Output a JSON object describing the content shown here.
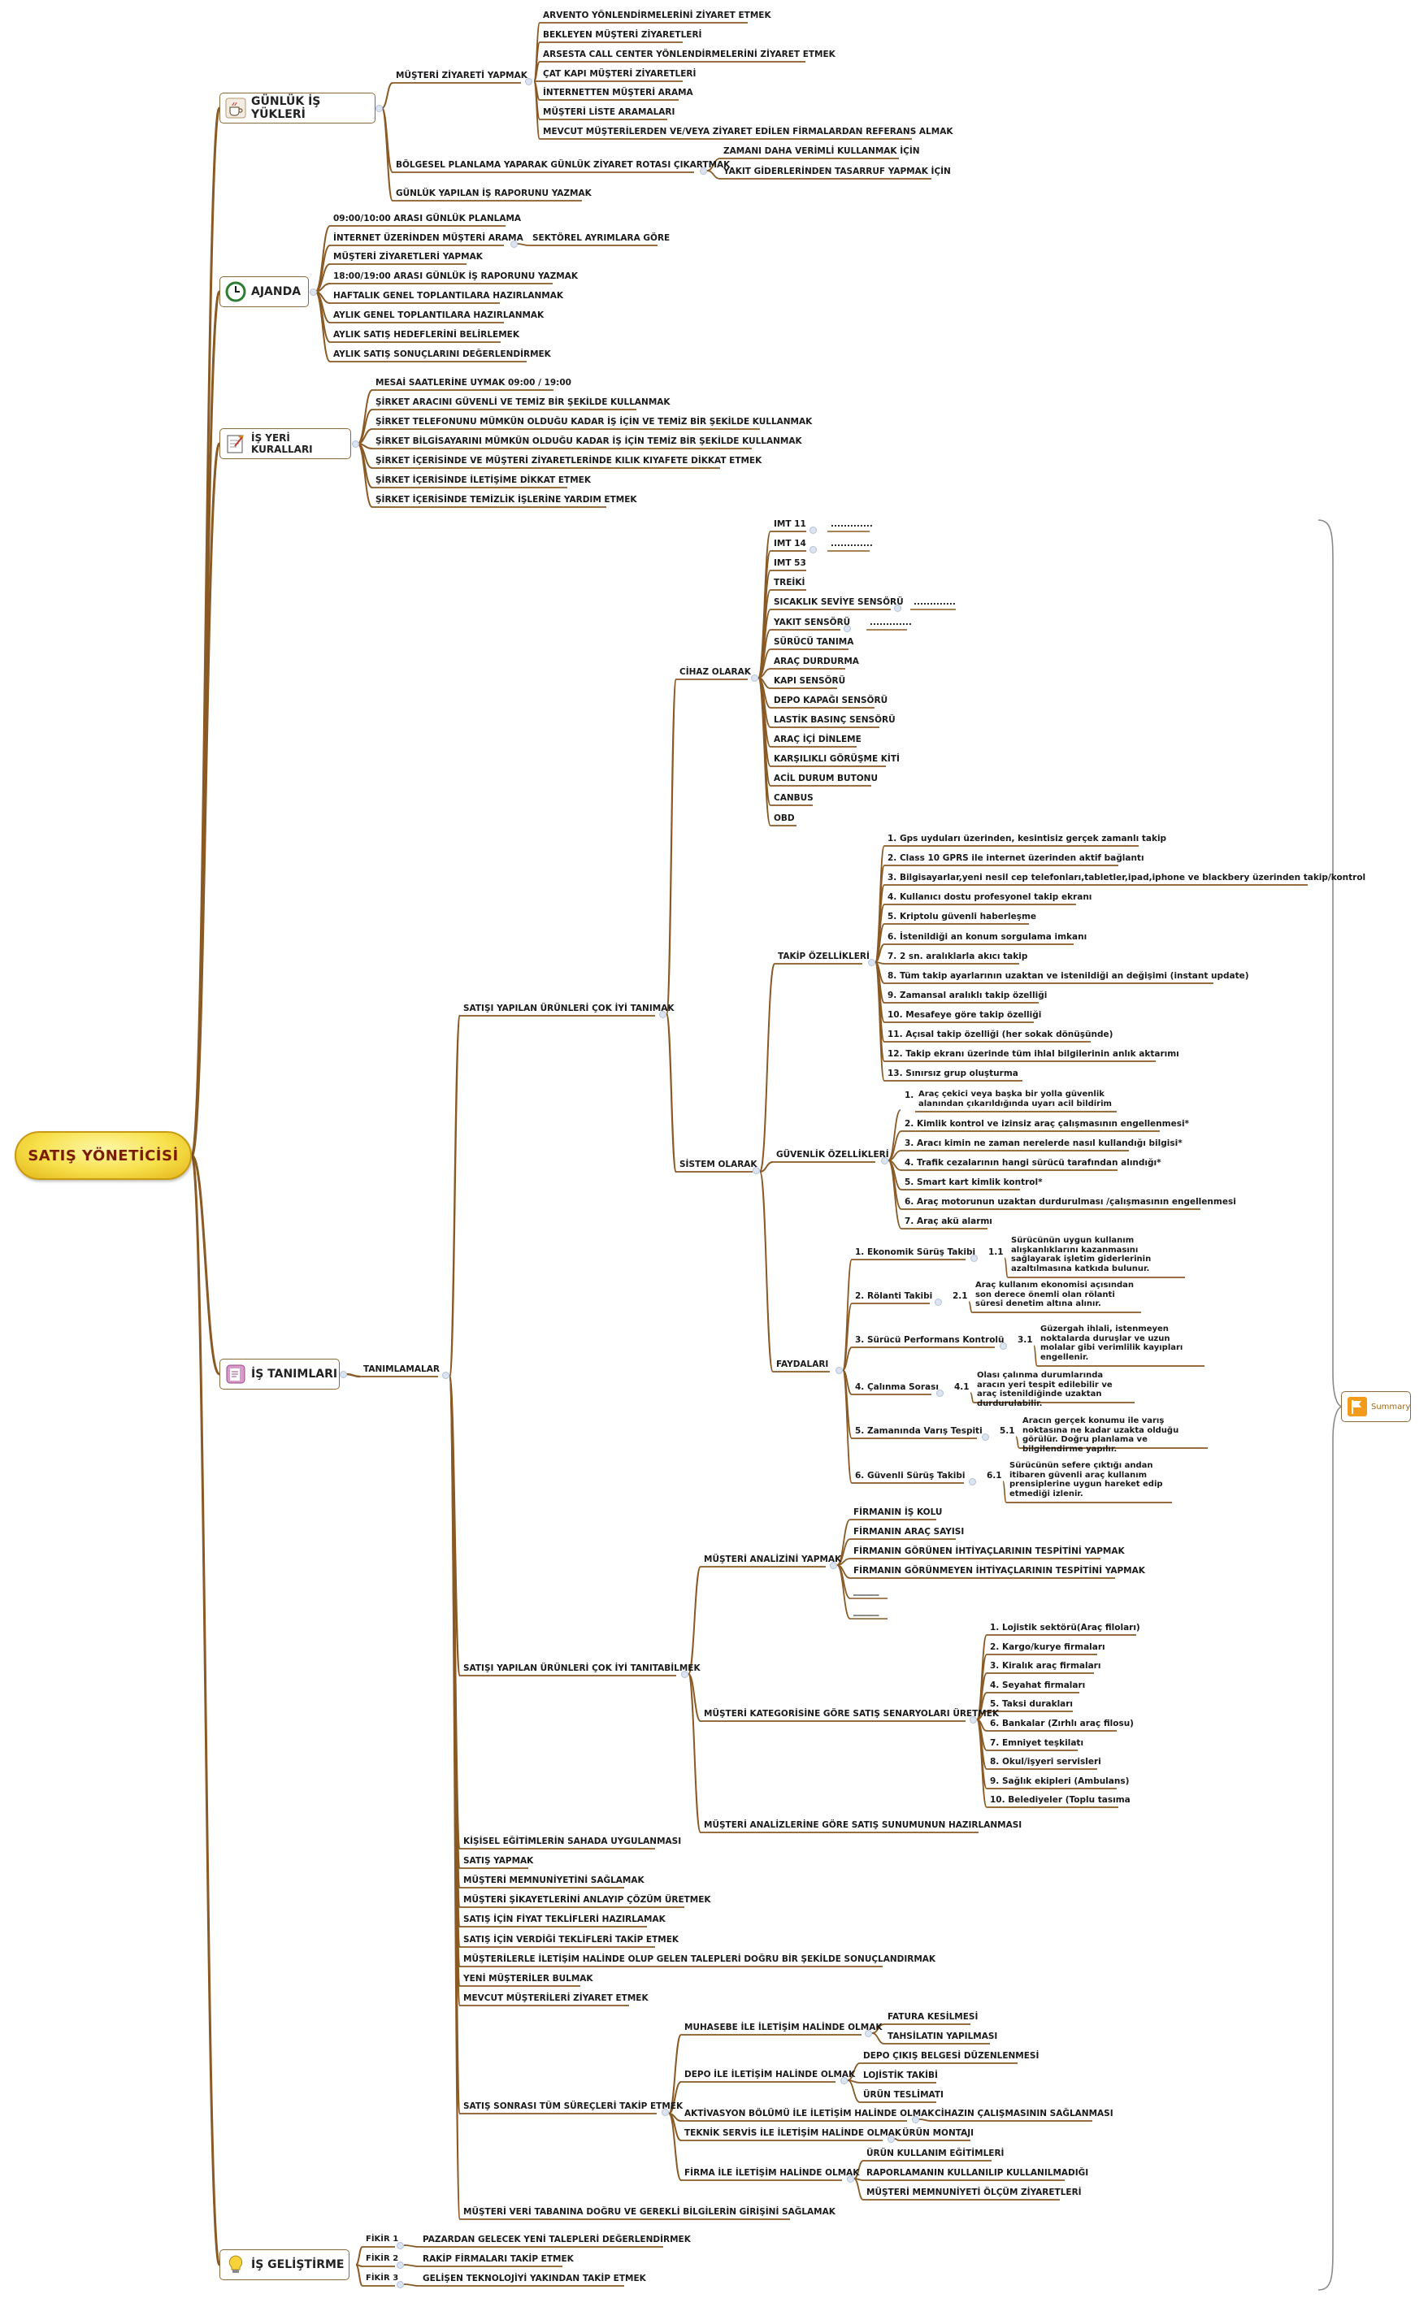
{
  "root": "SATIŞ YÖNETİCİSİ",
  "main": {
    "gunluk": "GÜNLÜK İŞ YÜKLERİ",
    "ajanda": "AJANDA",
    "kurallar": "İŞ YERİ KURALLARI",
    "tanimlar": "İŞ TANIMLARI",
    "gelistirme": "İŞ GELİŞTİRME"
  },
  "summary": "Summary",
  "gunluk": {
    "ziyaret": "MÜŞTERİ ZİYARETİ YAPMAK",
    "ziyaret_items": [
      "ARVENTO YÖNLENDİRMELERİNİ ZİYARET ETMEK",
      "BEKLEYEN MÜŞTERİ ZİYARETLERİ",
      "ARSESTA CALL CENTER YÖNLENDİRMELERİNİ ZİYARET ETMEK",
      "ÇAT KAPI MÜŞTERİ ZİYARETLERİ",
      "İNTERNETTEN MÜŞTERİ ARAMA",
      "MÜŞTERİ LİSTE ARAMALARI",
      "MEVCUT MÜŞTERİLERDEN VE/VEYA ZİYARET EDİLEN FİRMALARDAN REFERANS ALMAK"
    ],
    "bolgesel": "BÖLGESEL PLANLAMA YAPARAK GÜNLÜK ZİYARET ROTASI ÇIKARTMAK",
    "bolgesel_items": [
      "ZAMANI DAHA VERİMLİ KULLANMAK İÇİN",
      "YAKIT GİDERLERİNDEN TASARRUF YAPMAK İÇİN"
    ],
    "rapor": "GÜNLÜK YAPILAN İŞ RAPORUNU YAZMAK"
  },
  "ajanda": {
    "items": [
      "09:00/10:00 ARASI GÜNLÜK PLANLAMA",
      "İNTERNET ÜZERİNDEN MÜŞTERİ ARAMA",
      "MÜŞTERİ ZİYARETLERİ YAPMAK",
      "18:00/19:00 ARASI GÜNLÜK İŞ RAPORUNU YAZMAK",
      "HAFTALIK GENEL TOPLANTILARA HAZIRLANMAK",
      "AYLIK GENEL TOPLANTILARA HAZIRLANMAK",
      "AYLIK SATIŞ HEDEFLERİNİ BELİRLEMEK",
      "AYLIK SATIŞ SONUÇLARINI DEĞERLENDİRMEK"
    ],
    "sektorel": "SEKTÖREL AYRIMLARA GÖRE"
  },
  "kurallar": {
    "items": [
      "MESAİ SAATLERİNE UYMAK 09:00  /  19:00",
      "ŞİRKET ARACINI GÜVENLİ VE TEMİZ BİR ŞEKİLDE KULLANMAK",
      "ŞİRKET TELEFONUNU MÜMKÜN OLDUĞU KADAR İŞ İÇİN VE TEMİZ BİR ŞEKİLDE KULLANMAK",
      "ŞİRKET BİLGİSAYARINI MÜMKÜN OLDUĞU KADAR İŞ İÇİN TEMİZ BİR ŞEKİLDE KULLANMAK",
      "ŞİRKET  İÇERİSİNDE VE MÜŞTERİ ZİYARETLERİNDE KILIK KIYAFETE DİKKAT ETMEK",
      "ŞİRKET İÇERİSİNDE İLETİŞİME DİKKAT ETMEK",
      "ŞİRKET İÇERİSİNDE TEMİZLİK İŞLERİNE YARDIM ETMEK"
    ]
  },
  "tanim": {
    "tanimlamalar": "TANIMLAMALAR",
    "urun_tanimak": "SATIŞI YAPILAN ÜRÜNLERİ ÇOK İYİ TANIMAK",
    "cihaz": "CİHAZ OLARAK",
    "cihaz_items": [
      "IMT 11",
      "IMT 14",
      "IMT 53",
      "TREİKİ",
      "SICAKLIK SEVİYE SENSÖRÜ",
      "YAKIT SENSÖRÜ",
      "SÜRÜCÜ TANIMA",
      "ARAÇ DURDURMA",
      "KAPI SENSÖRÜ",
      "DEPO KAPAĞI SENSÖRÜ",
      "LASTİK BASINÇ SENSÖRÜ",
      "ARAÇ İÇİ DİNLEME",
      "KARŞILIKLI GÖRÜŞME KİTİ",
      "ACİL DURUM BUTONU",
      "CANBUS",
      "OBD"
    ],
    "dots": ".............",
    "sistem": "SİSTEM OLARAK",
    "takip": "TAKİP ÖZELLİKLERİ",
    "takip_items": [
      "1.  Gps uyduları üzerinden, kesintisiz gerçek zamanlı takip",
      "2.  Class 10 GPRS ile internet üzerinden aktif bağlantı",
      "3.  Bilgisayarlar,yeni nesil cep telefonları,tabletler,ipad,iphone ve blackbery üzerinden takip/kontrol",
      "4.  Kullanıcı dostu profesyonel takip ekranı",
      "5.  Kriptolu güvenli haberleşme",
      "6.  İstenildiği an konum sorgulama imkanı",
      "7.  2 sn. aralıklarla akıcı takip",
      "8.  Tüm takip ayarlarının uzaktan ve istenildiği an değişimi (instant update)",
      "9.  Zamansal aralıklı takip özelliği",
      "10.  Mesafeye göre takip özelliği",
      "11.  Açısal takip özelliği (her sokak dönüşünde)",
      "12.  Takip ekranı üzerinde tüm ihlal bilgilerinin anlık aktarımı",
      "13.  Sınırsız grup oluşturma"
    ],
    "guvenlik": "GÜVENLİK ÖZELLİKLERİ",
    "guvenlik_items": [
      "Araç çekici veya başka bir yolla güvenlik alanından çıkarıldığında uyarı acil bildirim",
      "2.  Kimlik kontrol ve izinsiz araç çalışmasının engellenmesi*",
      "3.  Aracı kimin ne zaman nerelerde nasıl kullandığı bilgisi*",
      "4.  Trafik cezalarının hangi sürücü tarafından alındığı*",
      "5.  Smart kart kimlik kontrol*",
      "6.  Araç motorunun uzaktan durdurulması  /çalışmasının engellenmesi",
      "7.  Araç akü alarmı"
    ],
    "guvenlik_first_num": "1.",
    "faydalari": "FAYDALARI",
    "fayda": [
      {
        "label": "1.  Ekonomik Sürüş Takibi",
        "num": "1.1",
        "desc": "Sürücünün uygun kullanım alışkanlıklarını kazanmasını sağlayarak işletim giderlerinin azaltılmasına katkıda bulunur."
      },
      {
        "label": "2.  Rölanti Takibi",
        "num": "2.1",
        "desc": "Araç kullanım ekonomisi açısından son derece önemli olan rölanti süresi denetim altına alınır."
      },
      {
        "label": "3.  Sürücü Performans Kontrolü",
        "num": "3.1",
        "desc": "Güzergah ihlali, istenmeyen noktalarda duruşlar ve uzun molalar gibi verimlilik kayıpları engellenir."
      },
      {
        "label": "4.  Çalınma Sorası",
        "num": "4.1",
        "desc": "Olası çalınma durumlarında aracın yeri tespit edilebilir ve araç istenildiğinde uzaktan durdurulabilir."
      },
      {
        "label": "5.  Zamanında Varış Tespiti",
        "num": "5.1",
        "desc": "Aracın gerçek konumu ile varış noktasına ne kadar uzakta olduğu görülür. Doğru planlama ve bilgilendirme yapılır."
      },
      {
        "label": "6.  Güvenli Sürüş Takibi",
        "num": "6.1",
        "desc": "Sürücünün sefere çıktığı andan itibaren güvenli araç kullanım prensiplerine uygun hareket edip etmediği izlenir."
      }
    ],
    "urun_tanitmak": "SATIŞI YAPILAN ÜRÜNLERİ ÇOK İYİ TANITABİLMEK",
    "analiz": "MÜŞTERİ ANALİZİNİ YAPMAK",
    "analiz_items": [
      "FİRMANIN İŞ KOLU",
      "FİRMANIN ARAÇ SAYISI",
      "FİRMANIN GÖRÜNEN İHTİYAÇLARININ TESPİTİNİ YAPMAK",
      "FİRMANIN GÖRÜNMEYEN İHTİYAÇLARININ TESPİTİNİ YAPMAK"
    ],
    "blank": "______",
    "kategori": "MÜŞTERİ KATEGORİSİNE GÖRE SATIŞ SENARYOLARI ÜRETMEK",
    "kategori_items": [
      "1.  Lojistik sektörü(Araç filoları)",
      "2.  Kargo/kurye firmaları",
      "3.  Kiralık araç firmaları",
      "4.  Seyahat firmaları",
      "5.  Taksi durakları",
      "6.  Bankalar (Zırhlı araç filosu)",
      "7.  Emniyet teşkilatı",
      "8.  Okul/işyeri servisleri",
      "9.  Sağlık ekipleri (Ambulans)",
      "10.  Belediyeler (Toplu tasıma"
    ],
    "sunum": "MÜŞTERİ ANALİZLERİNE GÖRE SATIŞ SUNUMUNUN HAZIRLANMASI",
    "misc_items": [
      "KİŞİSEL EĞİTİMLERİN SAHADA UYGULANMASI",
      "SATIŞ YAPMAK",
      "MÜŞTERİ MEMNUNİYETİNİ SAĞLAMAK",
      "MÜŞTERİ ŞİKAYETLERİNİ ANLAYIP ÇÖZÜM ÜRETMEK",
      "SATIŞ İÇİN FİYAT TEKLİFLERİ HAZIRLAMAK",
      "SATIŞ İÇİN VERDİĞİ TEKLİFLERİ TAKİP ETMEK",
      "MÜŞTERİLERLE İLETİŞİM HALİNDE OLUP GELEN TALEPLERİ  DOĞRU BİR ŞEKİLDE SONUÇLANDIRMAK",
      "YENİ MÜŞTERİLER BULMAK",
      "MEVCUT MÜŞTERİLERİ ZİYARET ETMEK"
    ],
    "sonrasi": "SATIŞ SONRASI TÜM SÜREÇLERİ TAKİP ETMEK",
    "muhasebe": "MUHASEBE  İLE İLETİŞİM HALİNDE OLMAK",
    "muhasebe_items": [
      "FATURA KESİLMESİ",
      "TAHSİLATIN YAPILMASI"
    ],
    "depo": "DEPO İLE İLETİŞİM HALİNDE OLMAK",
    "depo_items": [
      "DEPO ÇIKIŞ BELGESİ DÜZENLENMESİ",
      "LOJİSTİK TAKİBİ",
      "ÜRÜN TESLİMATI"
    ],
    "aktivasyon": "AKTİVASYON BÖLÜMÜ İLE İLETİŞİM HALİNDE OLMAK",
    "aktivasyon_item": "CİHAZIN ÇALIŞMASININ SAĞLANMASI",
    "teknik": "TEKNİK SERVİS İLE İLETİŞİM HALİNDE OLMAK",
    "teknik_item": "ÜRÜN MONTAJI",
    "firma": "FİRMA İLE İLETİŞİM HALİNDE OLMAK",
    "firma_items": [
      "ÜRÜN KULLANIM EĞİTİMLERİ",
      "RAPORLAMANIN KULLANILIP KULLANILMADIĞI",
      "MÜŞTERİ MEMNUNİYETİ ÖLÇÜM ZİYARETLERİ"
    ],
    "veri": "MÜŞTERİ VERİ TABANINA DOĞRU VE GEREKLİ BİLGİLERİN GİRİŞİNİ SAĞLAMAK"
  },
  "gelistirme": {
    "items": [
      {
        "k": "FİKİR 1",
        "v": "PAZARDAN GELECEK YENİ TALEPLERİ DEĞERLENDİRMEK"
      },
      {
        "k": "FİKİR 2",
        "v": "RAKİP FİRMALARI TAKİP ETMEK"
      },
      {
        "k": "FİKİR 3",
        "v": "GELİŞEN TEKNOLOJİYİ YAKINDAN TAKİP ETMEK"
      }
    ]
  },
  "colors": {
    "branch": "#8a5a24",
    "root_fill": "#f7e04a",
    "root_text": "#7a1c06"
  }
}
